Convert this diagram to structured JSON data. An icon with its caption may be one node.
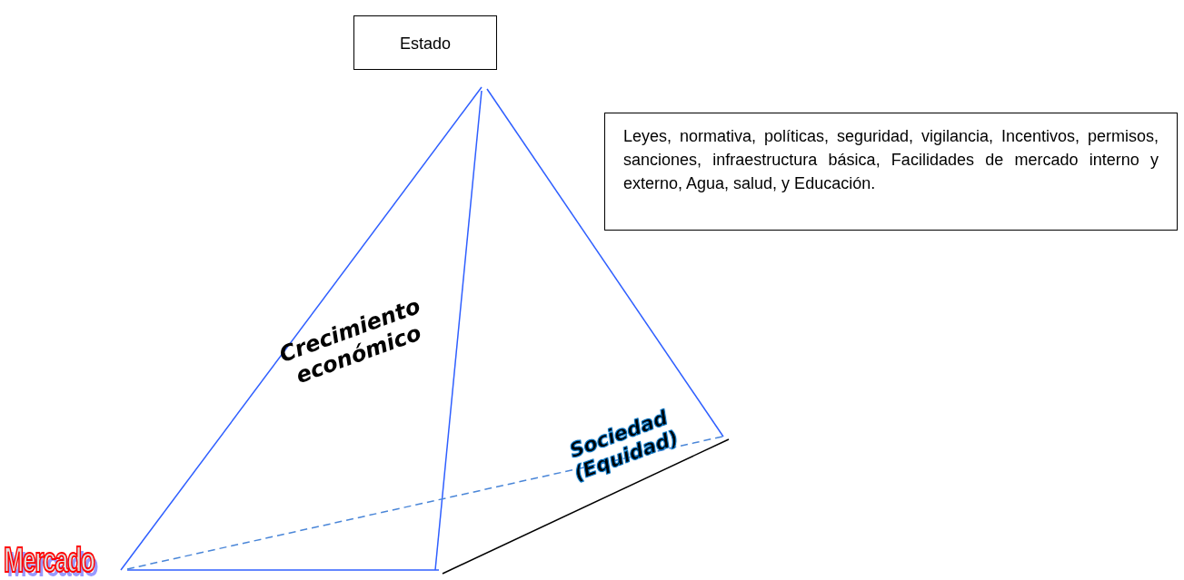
{
  "diagram": {
    "nodes": [
      {
        "text": [
          "Estado"
        ]
      },
      {
        "text": [
          "Leyes, normativa, políticas, seguridad,  vigilancia, Incentivos, permisos, sanciones, infraestructura básica, Facilidades de mercado interno y externo, Agua,  salud, y Educación."
        ]
      }
    ],
    "labels": [
      "Crecimiento económico",
      "Sociedad (Equidad)",
      "Mercado"
    ]
  }
}
